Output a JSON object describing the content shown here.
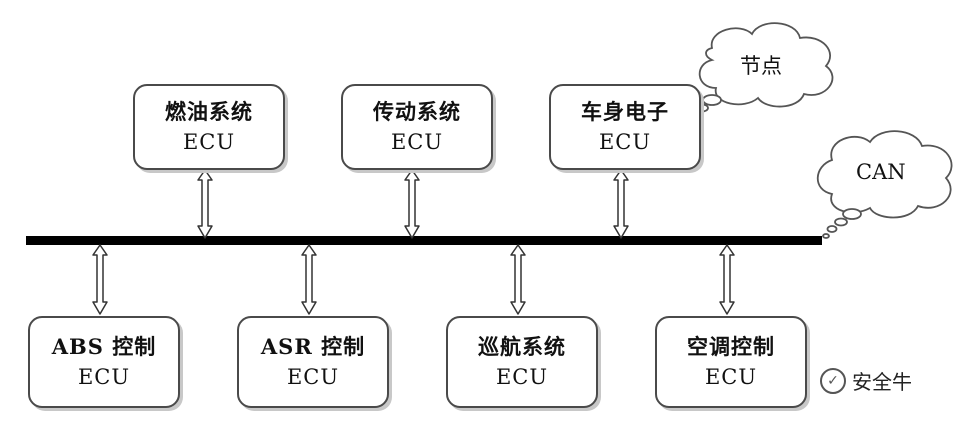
{
  "top_ecus": [
    {
      "name": "燃油系统",
      "sub": "ECU"
    },
    {
      "name": "传动系统",
      "sub": "ECU"
    },
    {
      "name": "车身电子",
      "sub": "ECU"
    }
  ],
  "bottom_ecus": [
    {
      "name": "ABS 控制",
      "sub": "ECU"
    },
    {
      "name": "ASR 控制",
      "sub": "ECU"
    },
    {
      "name": "巡航系统",
      "sub": "ECU"
    },
    {
      "name": "空调控制",
      "sub": "ECU"
    }
  ],
  "callouts": {
    "node": "节点",
    "bus": "CAN"
  },
  "watermark": {
    "text": "安全牛"
  },
  "colors": {
    "bus": "#000000",
    "border": "#4a4a4a"
  }
}
